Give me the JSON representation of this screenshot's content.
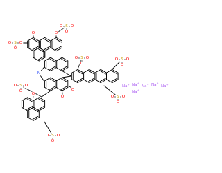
{
  "colors": {
    "bond": "#000000",
    "oxygen": "#ff0000",
    "sulfur": "#c8a000",
    "nitrogen": "#3050f8",
    "sodium": "#ab5cf2",
    "background": "#ffffff"
  },
  "atoms": {
    "oxygen": "O",
    "sulfur": "S",
    "nitrogen": "N",
    "sodium": "Na",
    "sodium_charge": "+"
  },
  "counterions": {
    "count": 6
  }
}
